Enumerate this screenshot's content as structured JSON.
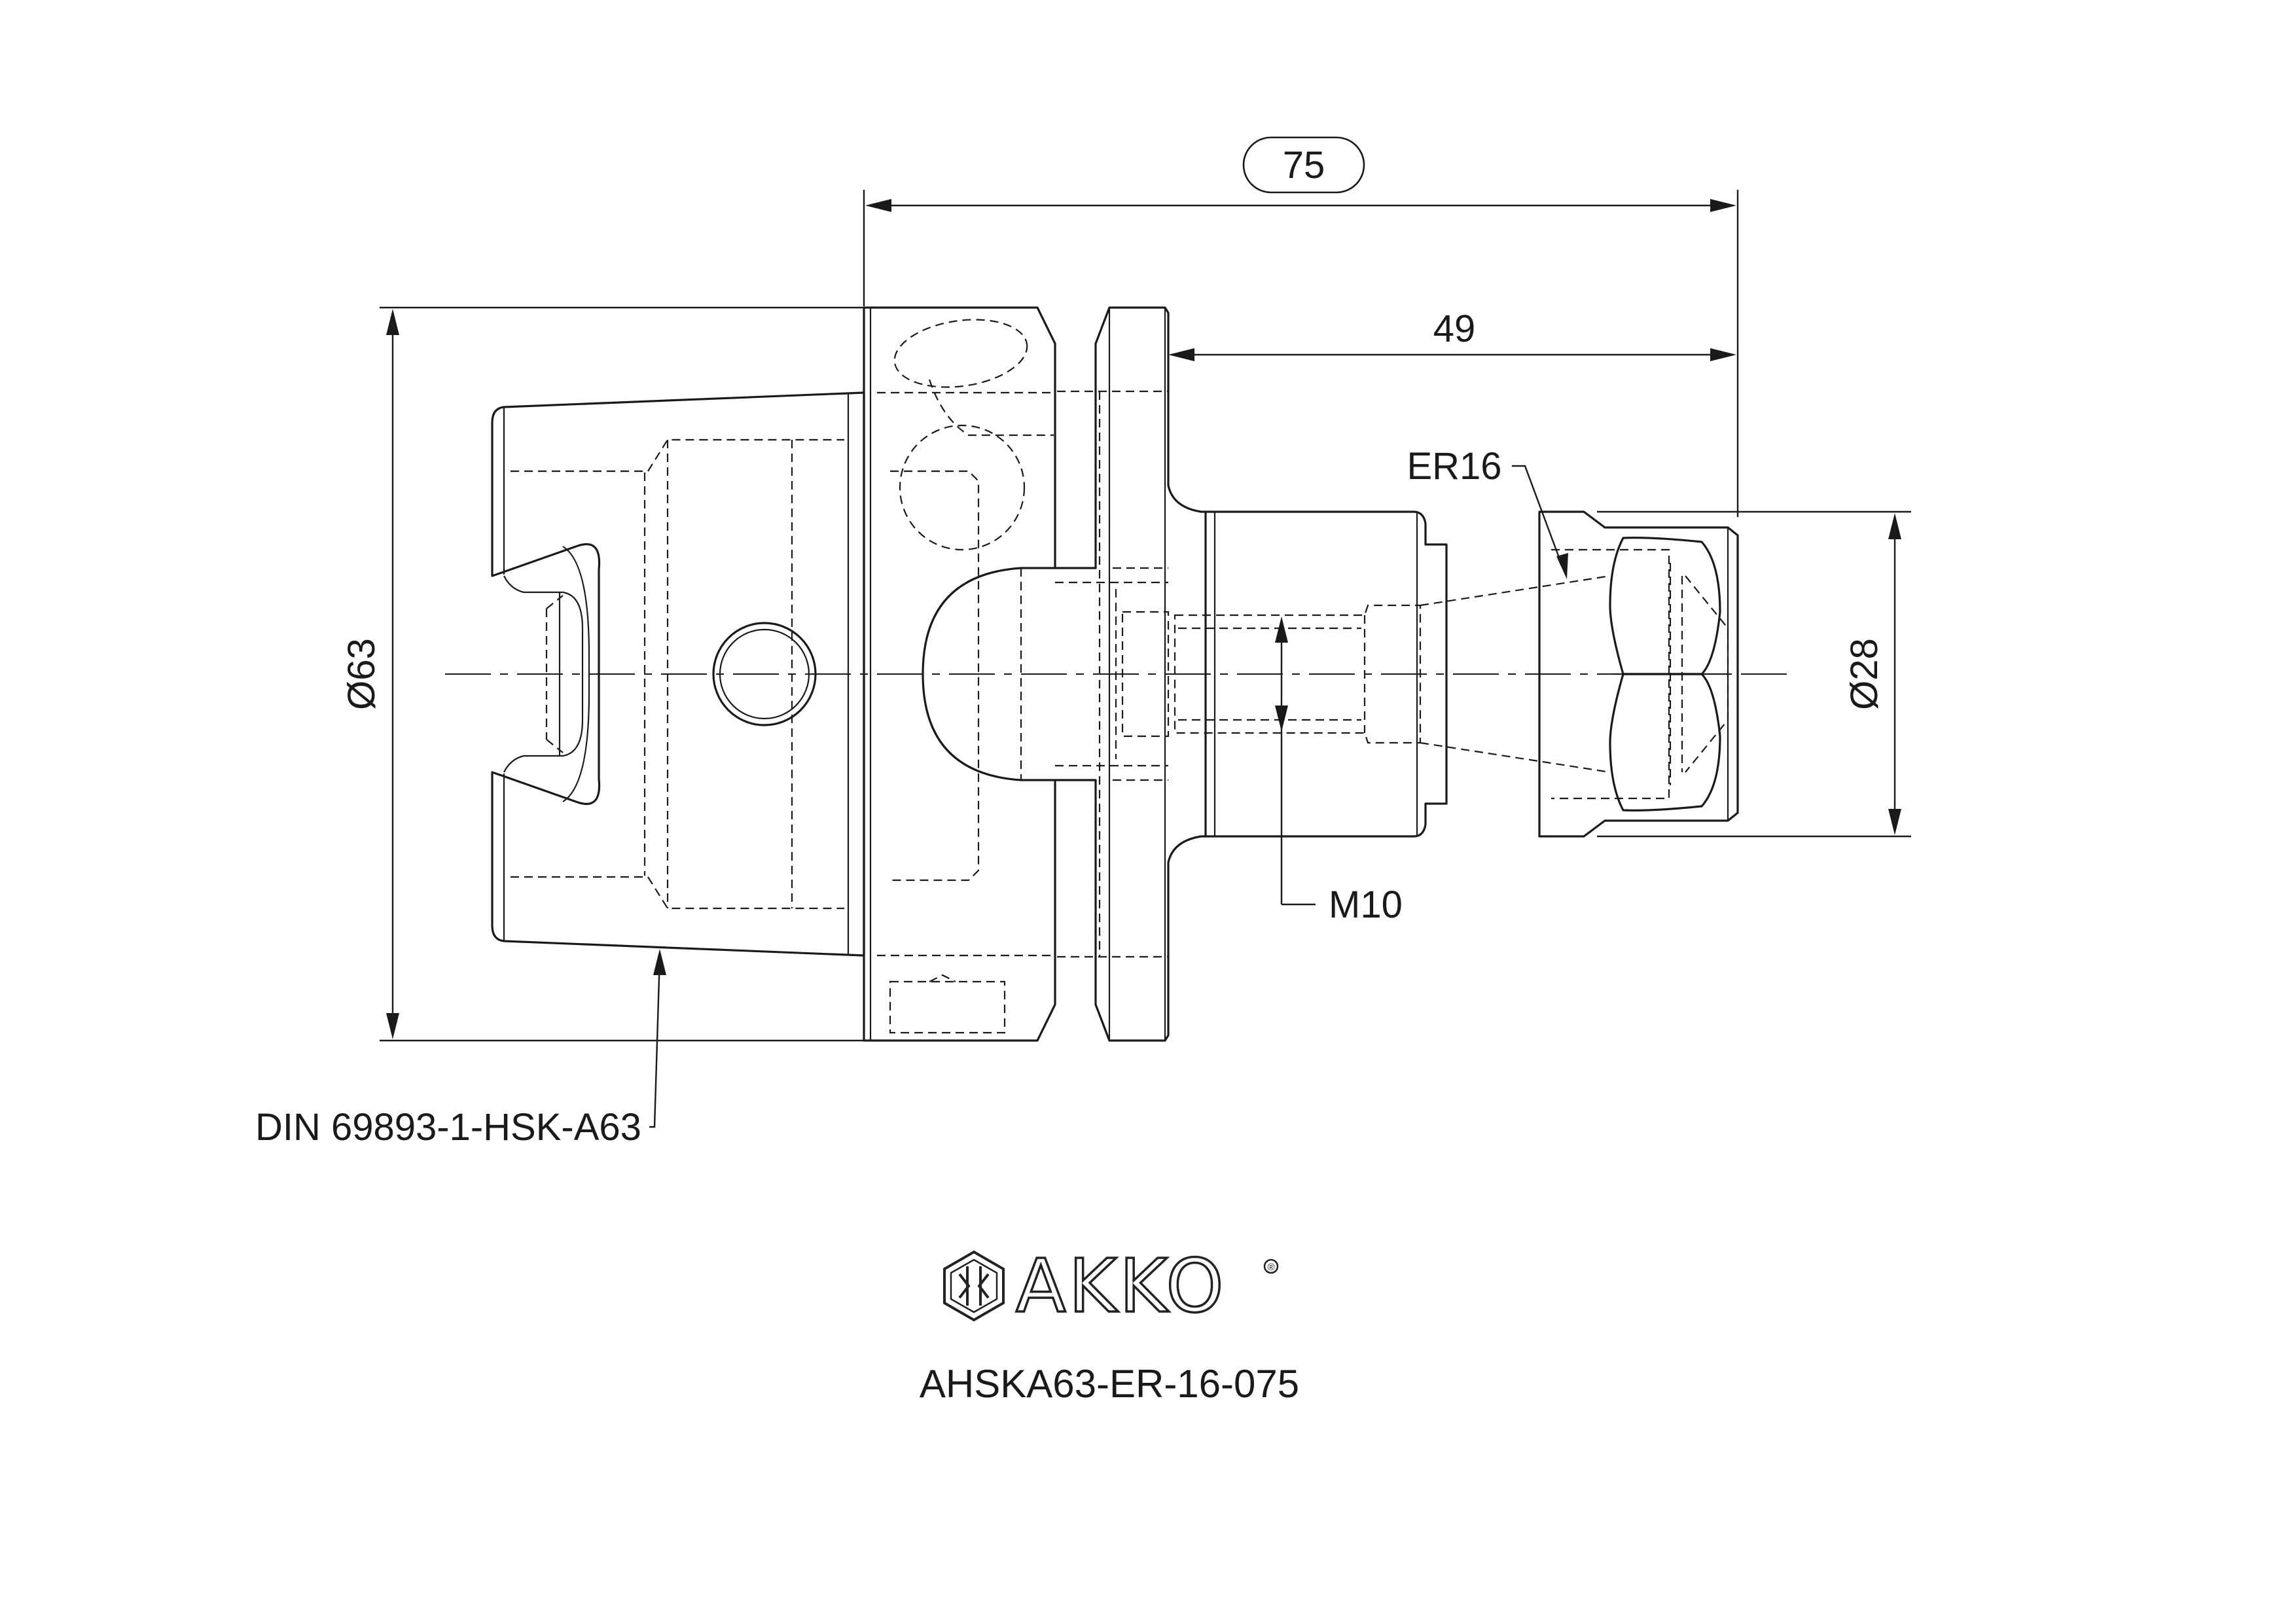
{
  "dimensions": {
    "overall_length": "75",
    "gauge_length": "49",
    "flange_diameter": "Ø63",
    "nut_diameter": "Ø28"
  },
  "callouts": {
    "collet": "ER16",
    "thread": "M10",
    "standard": "DIN 69893-1-HSK-A63"
  },
  "brand": {
    "name": "AKKO",
    "registered_mark": "®"
  },
  "part_number": "AHSKA63-ER-16-075",
  "colors": {
    "line": "#1a1a1a",
    "background": "#ffffff"
  }
}
